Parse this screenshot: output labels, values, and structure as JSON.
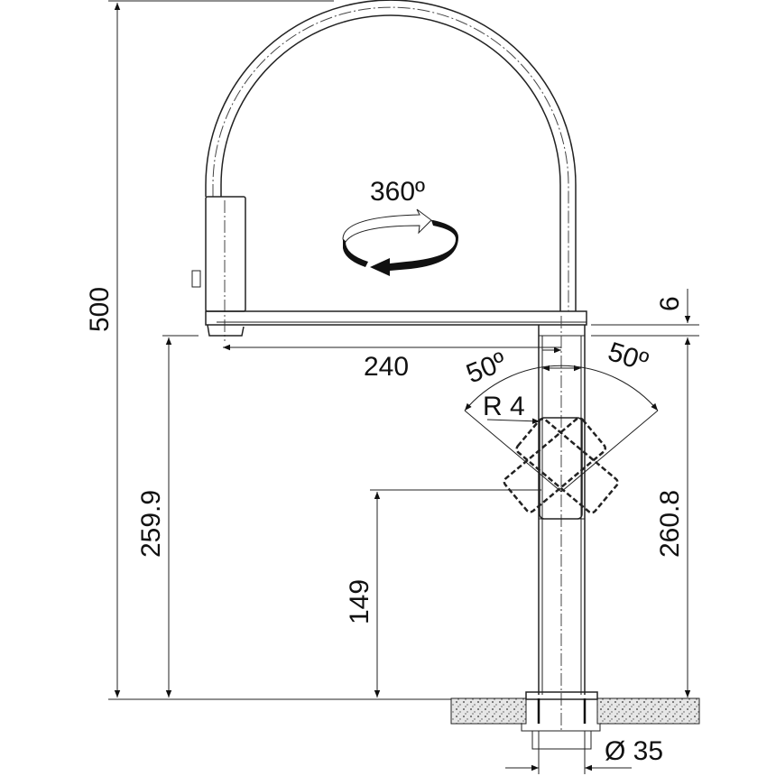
{
  "drawing": {
    "title": "Faucet dimension drawing",
    "colors": {
      "line": "#222222",
      "countertop": "#d8d8d8"
    },
    "dimensions": {
      "total_height": "500",
      "spout_height": "259.9",
      "handle_height": "149",
      "body_height": "260.8",
      "spout_thickness": "6",
      "spout_reach": "240",
      "hole_diameter": "Ø 35",
      "handle_angle_left": "50º",
      "handle_angle_right": "50º",
      "handle_radius": "R 4",
      "rotation": "360º"
    }
  }
}
